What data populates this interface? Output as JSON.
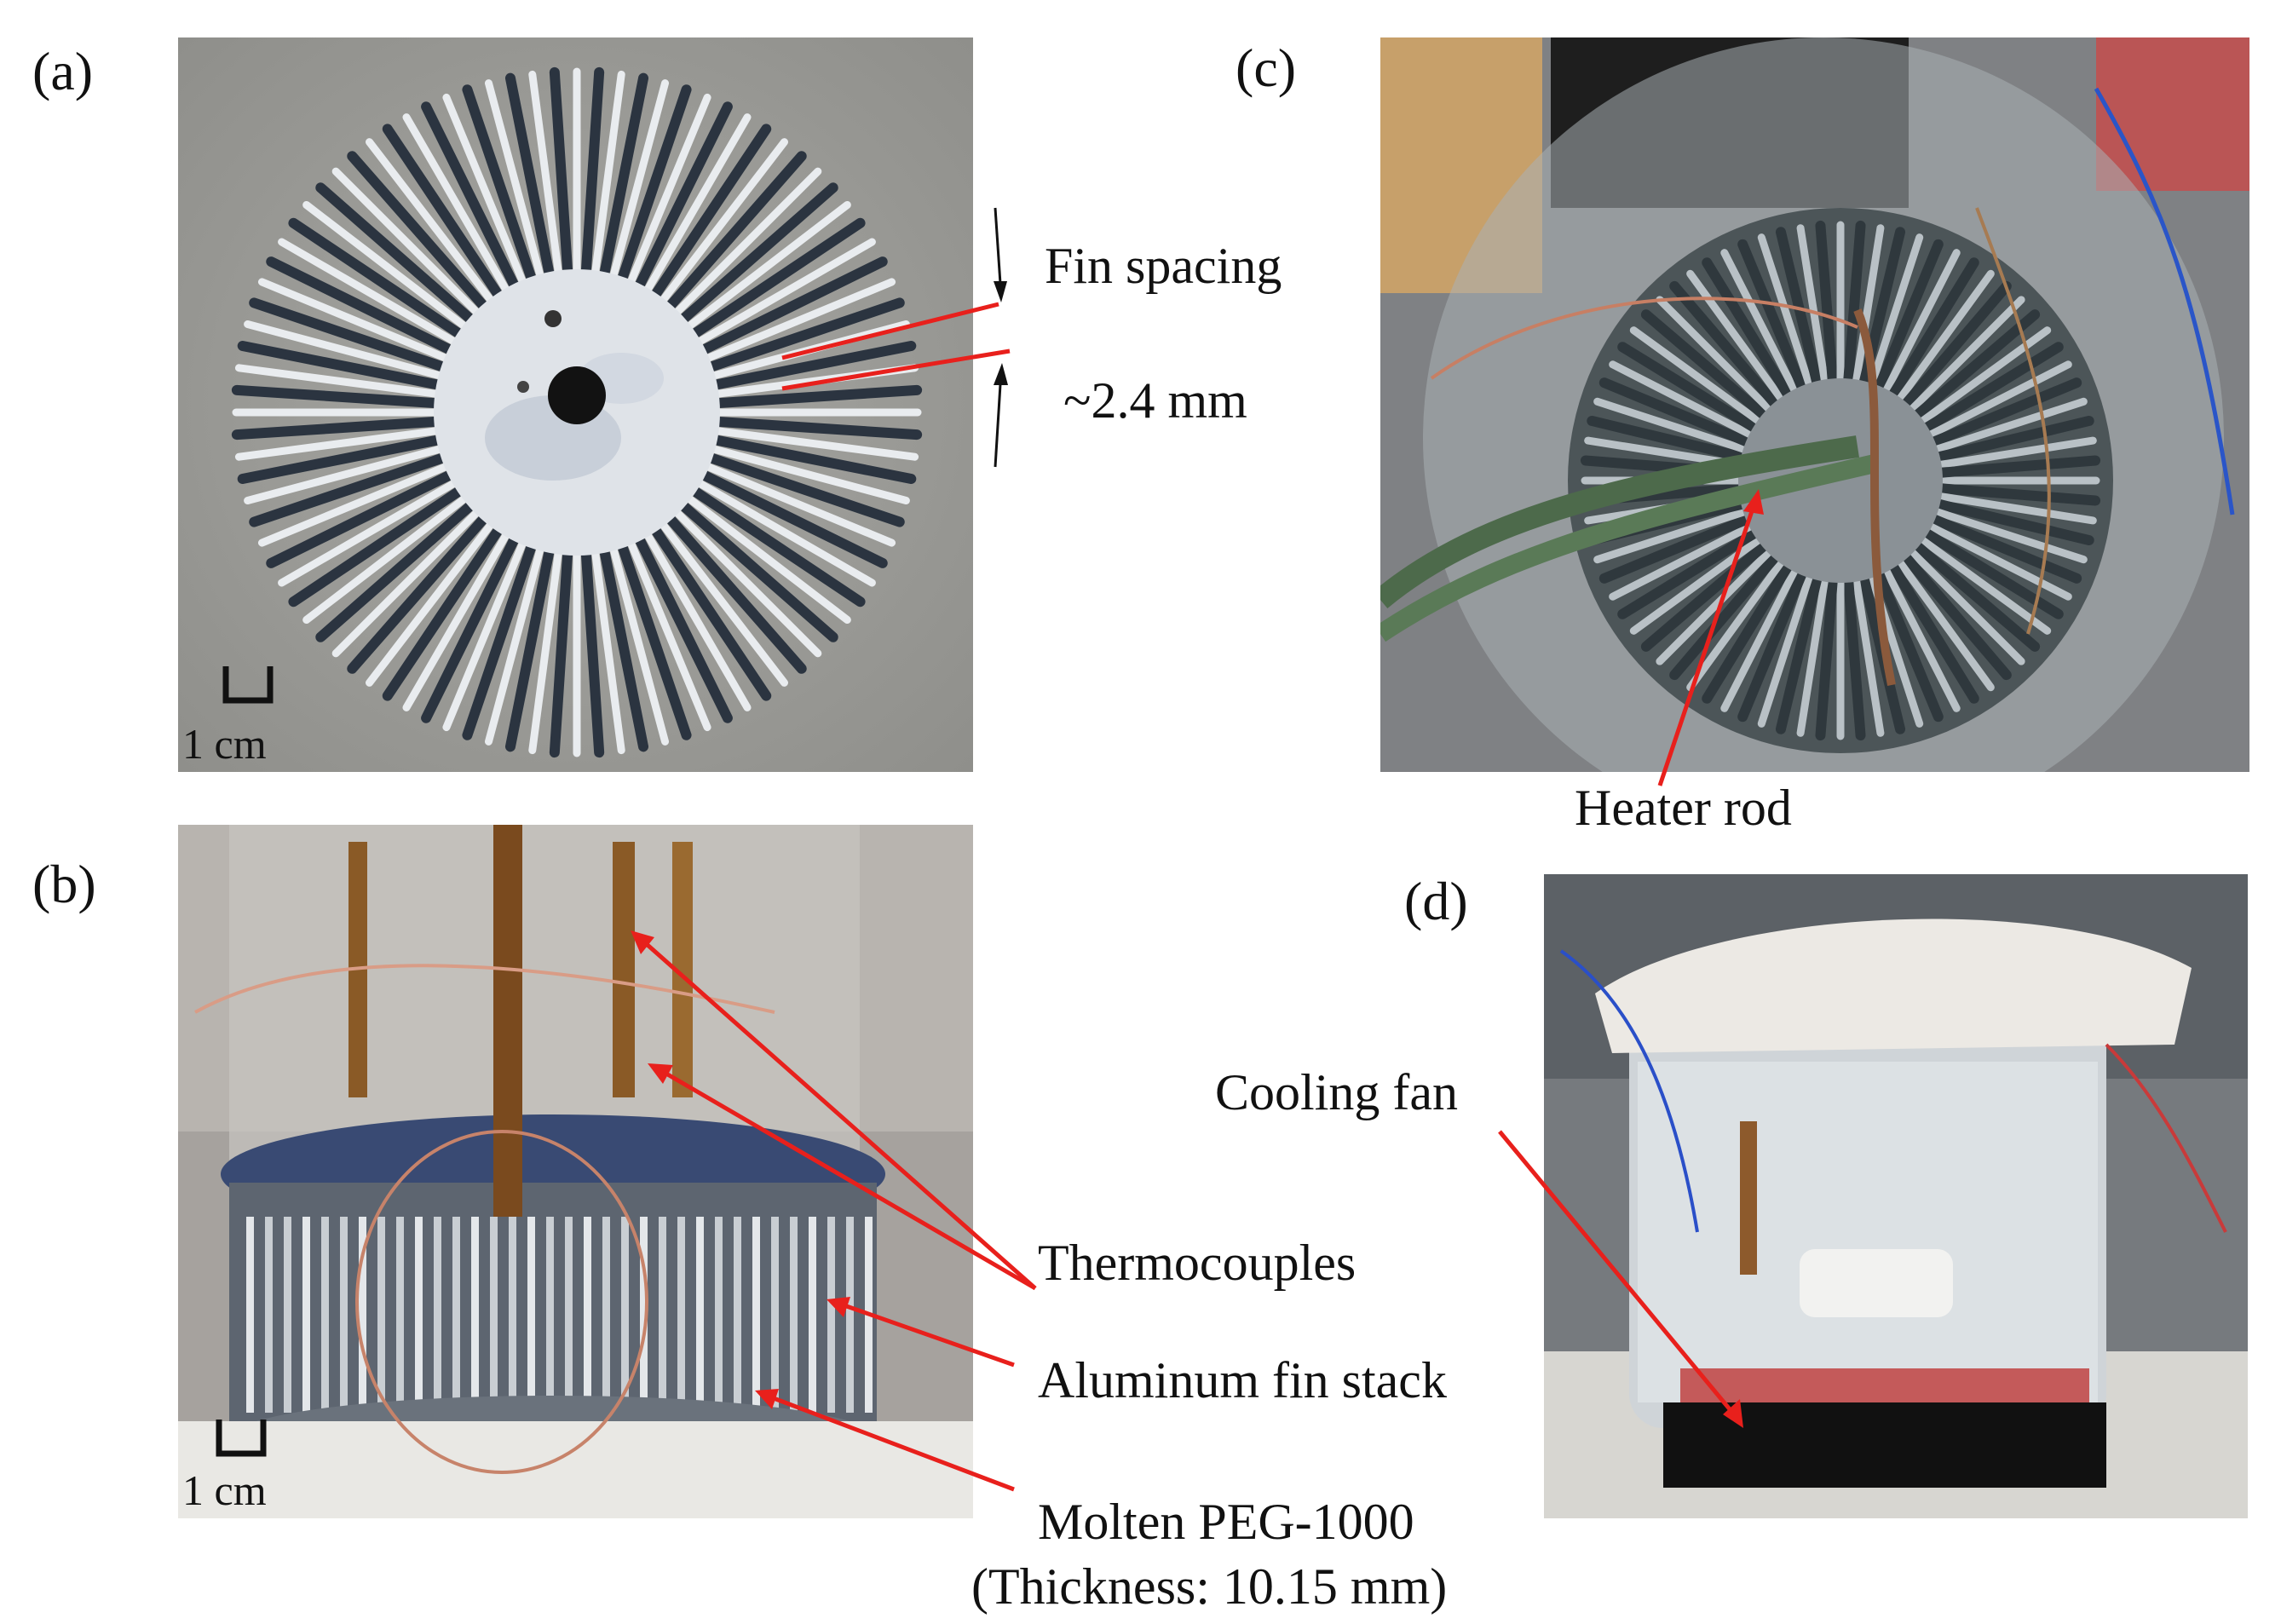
{
  "panels": {
    "a": {
      "letter": "(a)",
      "scale_bar": "1 cm",
      "fin_spacing_label": "Fin spacing",
      "fin_spacing_value": "~2.4 mm"
    },
    "b": {
      "letter": "(b)",
      "scale_bar": "1 cm",
      "thermocouples_label": "Thermocouples",
      "fin_stack_label": "Aluminum fin stack",
      "peg_label": "Molten PEG-1000",
      "thickness_label": "(Thickness: 10.15 mm)"
    },
    "c": {
      "letter": "(c)",
      "heater_label": "Heater rod"
    },
    "d": {
      "letter": "(d)",
      "fan_label": "Cooling fan"
    }
  },
  "colors": {
    "annotation_red": "#e8201c",
    "photo_gray": "#9c9c98",
    "fin_dark": "#2b3440",
    "fin_light": "#e9ecef"
  }
}
